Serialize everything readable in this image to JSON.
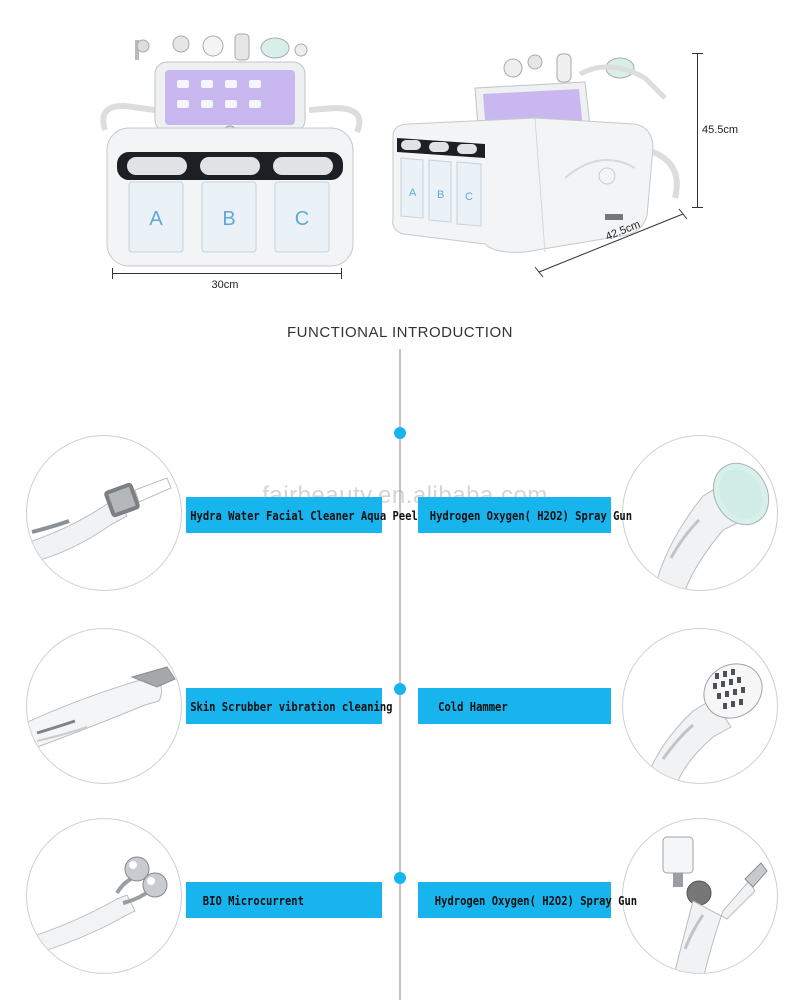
{
  "dimensions": {
    "width_label": "30cm",
    "height_label": "45.5cm",
    "depth_label": "42.5cm"
  },
  "machine": {
    "bottle_letters": [
      "A",
      "B",
      "C"
    ]
  },
  "section_title": "FUNCTIONAL INTRODUCTION",
  "watermark": "fairbeauty.en.alibaba.com",
  "features": {
    "left": [
      {
        "label": "Hydra Water Facial Cleaner Aqua Peel",
        "icon": "aqua-peel-handpiece-icon"
      },
      {
        "label": "Skin Scrubber vibration cleaning",
        "icon": "skin-scrubber-handpiece-icon"
      },
      {
        "label": "BIO Microcurrent",
        "icon": "bio-microcurrent-handpiece-icon"
      }
    ],
    "right": [
      {
        "label": "Hydrogen Oxygen( H2O2) Spray Gun",
        "icon": "hydrogen-spray-handpiece-icon"
      },
      {
        "label": "Cold Hammer",
        "icon": "cold-hammer-handpiece-icon"
      },
      {
        "label": "Hydrogen Oxygen( H2O2) Spray Gun",
        "icon": "oxygen-spray-gun-icon"
      }
    ]
  },
  "colors": {
    "accent": "#18b4ee",
    "timeline": "#c3c3c3",
    "device_body": "#f2f4f6",
    "screen": "#c9b8ef"
  }
}
